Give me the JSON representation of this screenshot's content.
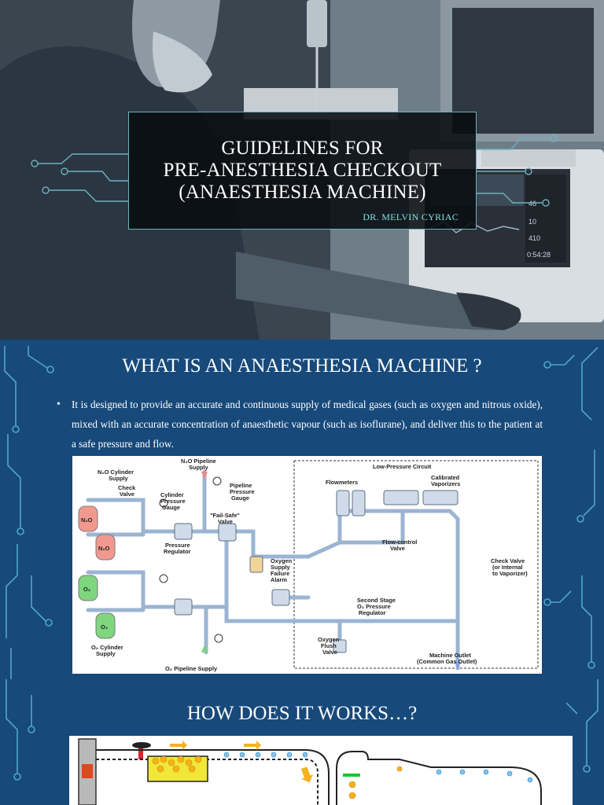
{
  "slide1": {
    "title_lines": [
      "GUIDELINES FOR",
      "PRE-ANESTHESIA CHECKOUT",
      "(ANAESTHESIA MACHINE)"
    ],
    "author": "DR. MELVIN CYRIAC"
  },
  "slide2": {
    "title": "WHAT IS AN ANAESTHESIA MACHINE ?",
    "bullet": "It is designed to provide an accurate and continuous supply of medical gases (such as oxygen and nitrous oxide), mixed with an accurate concentration of anaesthetic vapour (such as isoflurane), and deliver this to the patient at a safe pressure and flow.",
    "diagram_labels": {
      "n2o_pipeline": "N₂O Pipeline",
      "supply": "Supply",
      "n2o_cylinder": "N₂O Cylinder",
      "check": "Check",
      "valve": "Valve",
      "cylinder": "Cylinder",
      "pressure": "Pressure",
      "gauge": "Gauge",
      "pipeline": "Pipeline",
      "failsafe": "\"Fail-Safe\"",
      "regulator": "Regulator",
      "oxygen": "Oxygen",
      "failure": "Failure",
      "alarm": "Alarm",
      "low_pressure_circuit": "Low-Pressure Circuit",
      "flowmeters": "Flowmeters",
      "calibrated": "Calibrated",
      "vaporizers": "Vaporizers",
      "flow_control": "Flow-control",
      "check_valve": "Check Valve",
      "or_internal": "(or Internal",
      "to_vaporizer": "to Vaporizer)",
      "second_stage": "Second Stage",
      "o2_pressure": "O₂ Pressure",
      "flush": "Flush",
      "machine_outlet": "Machine Outlet",
      "common_gas_outlet": "(Common Gas Outlet)",
      "o2_cylinder": "O₂ Cylinder",
      "o2_pipeline_supply": "O₂ Pipeline Supply",
      "cyl_n2o": "N₂O",
      "cyl_o2": "O₂"
    }
  },
  "slide3": {
    "title": "HOW DOES IT WORKS…?"
  },
  "colors": {
    "slide_blue": "#17497a",
    "title_box": "#080c10",
    "accent_teal": "#7fe3e0",
    "circuit_line": "#5fb9d8"
  }
}
